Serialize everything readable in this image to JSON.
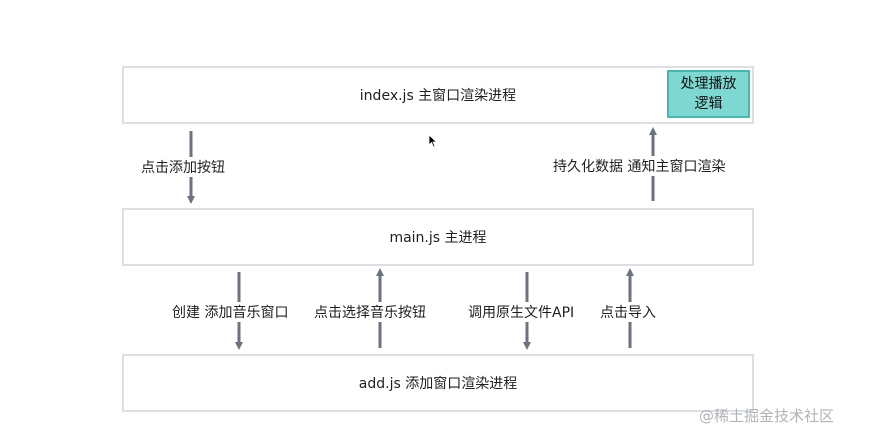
{
  "processes": {
    "index": "index.js 主窗口渲染进程",
    "main": "main.js 主进程",
    "add": "add.js 添加窗口渲染进程"
  },
  "play_logic": "处理播放逻辑",
  "flows": {
    "click_add_button": "点击添加按钮",
    "persist_notify": "持久化数据 通知主窗口渲染",
    "create_window": "创建 添加音乐窗口",
    "click_select_button": "点击选择音乐按钮",
    "native_file_api": "调用原生文件API",
    "click_import": "点击导入"
  },
  "watermark": "@稀土掘金技术社区",
  "colors": {
    "box_border": "#dcdfe3",
    "arrow": "#6b7280",
    "highlight_fill": "#7fd7d2",
    "highlight_border": "#4bb6ae"
  }
}
